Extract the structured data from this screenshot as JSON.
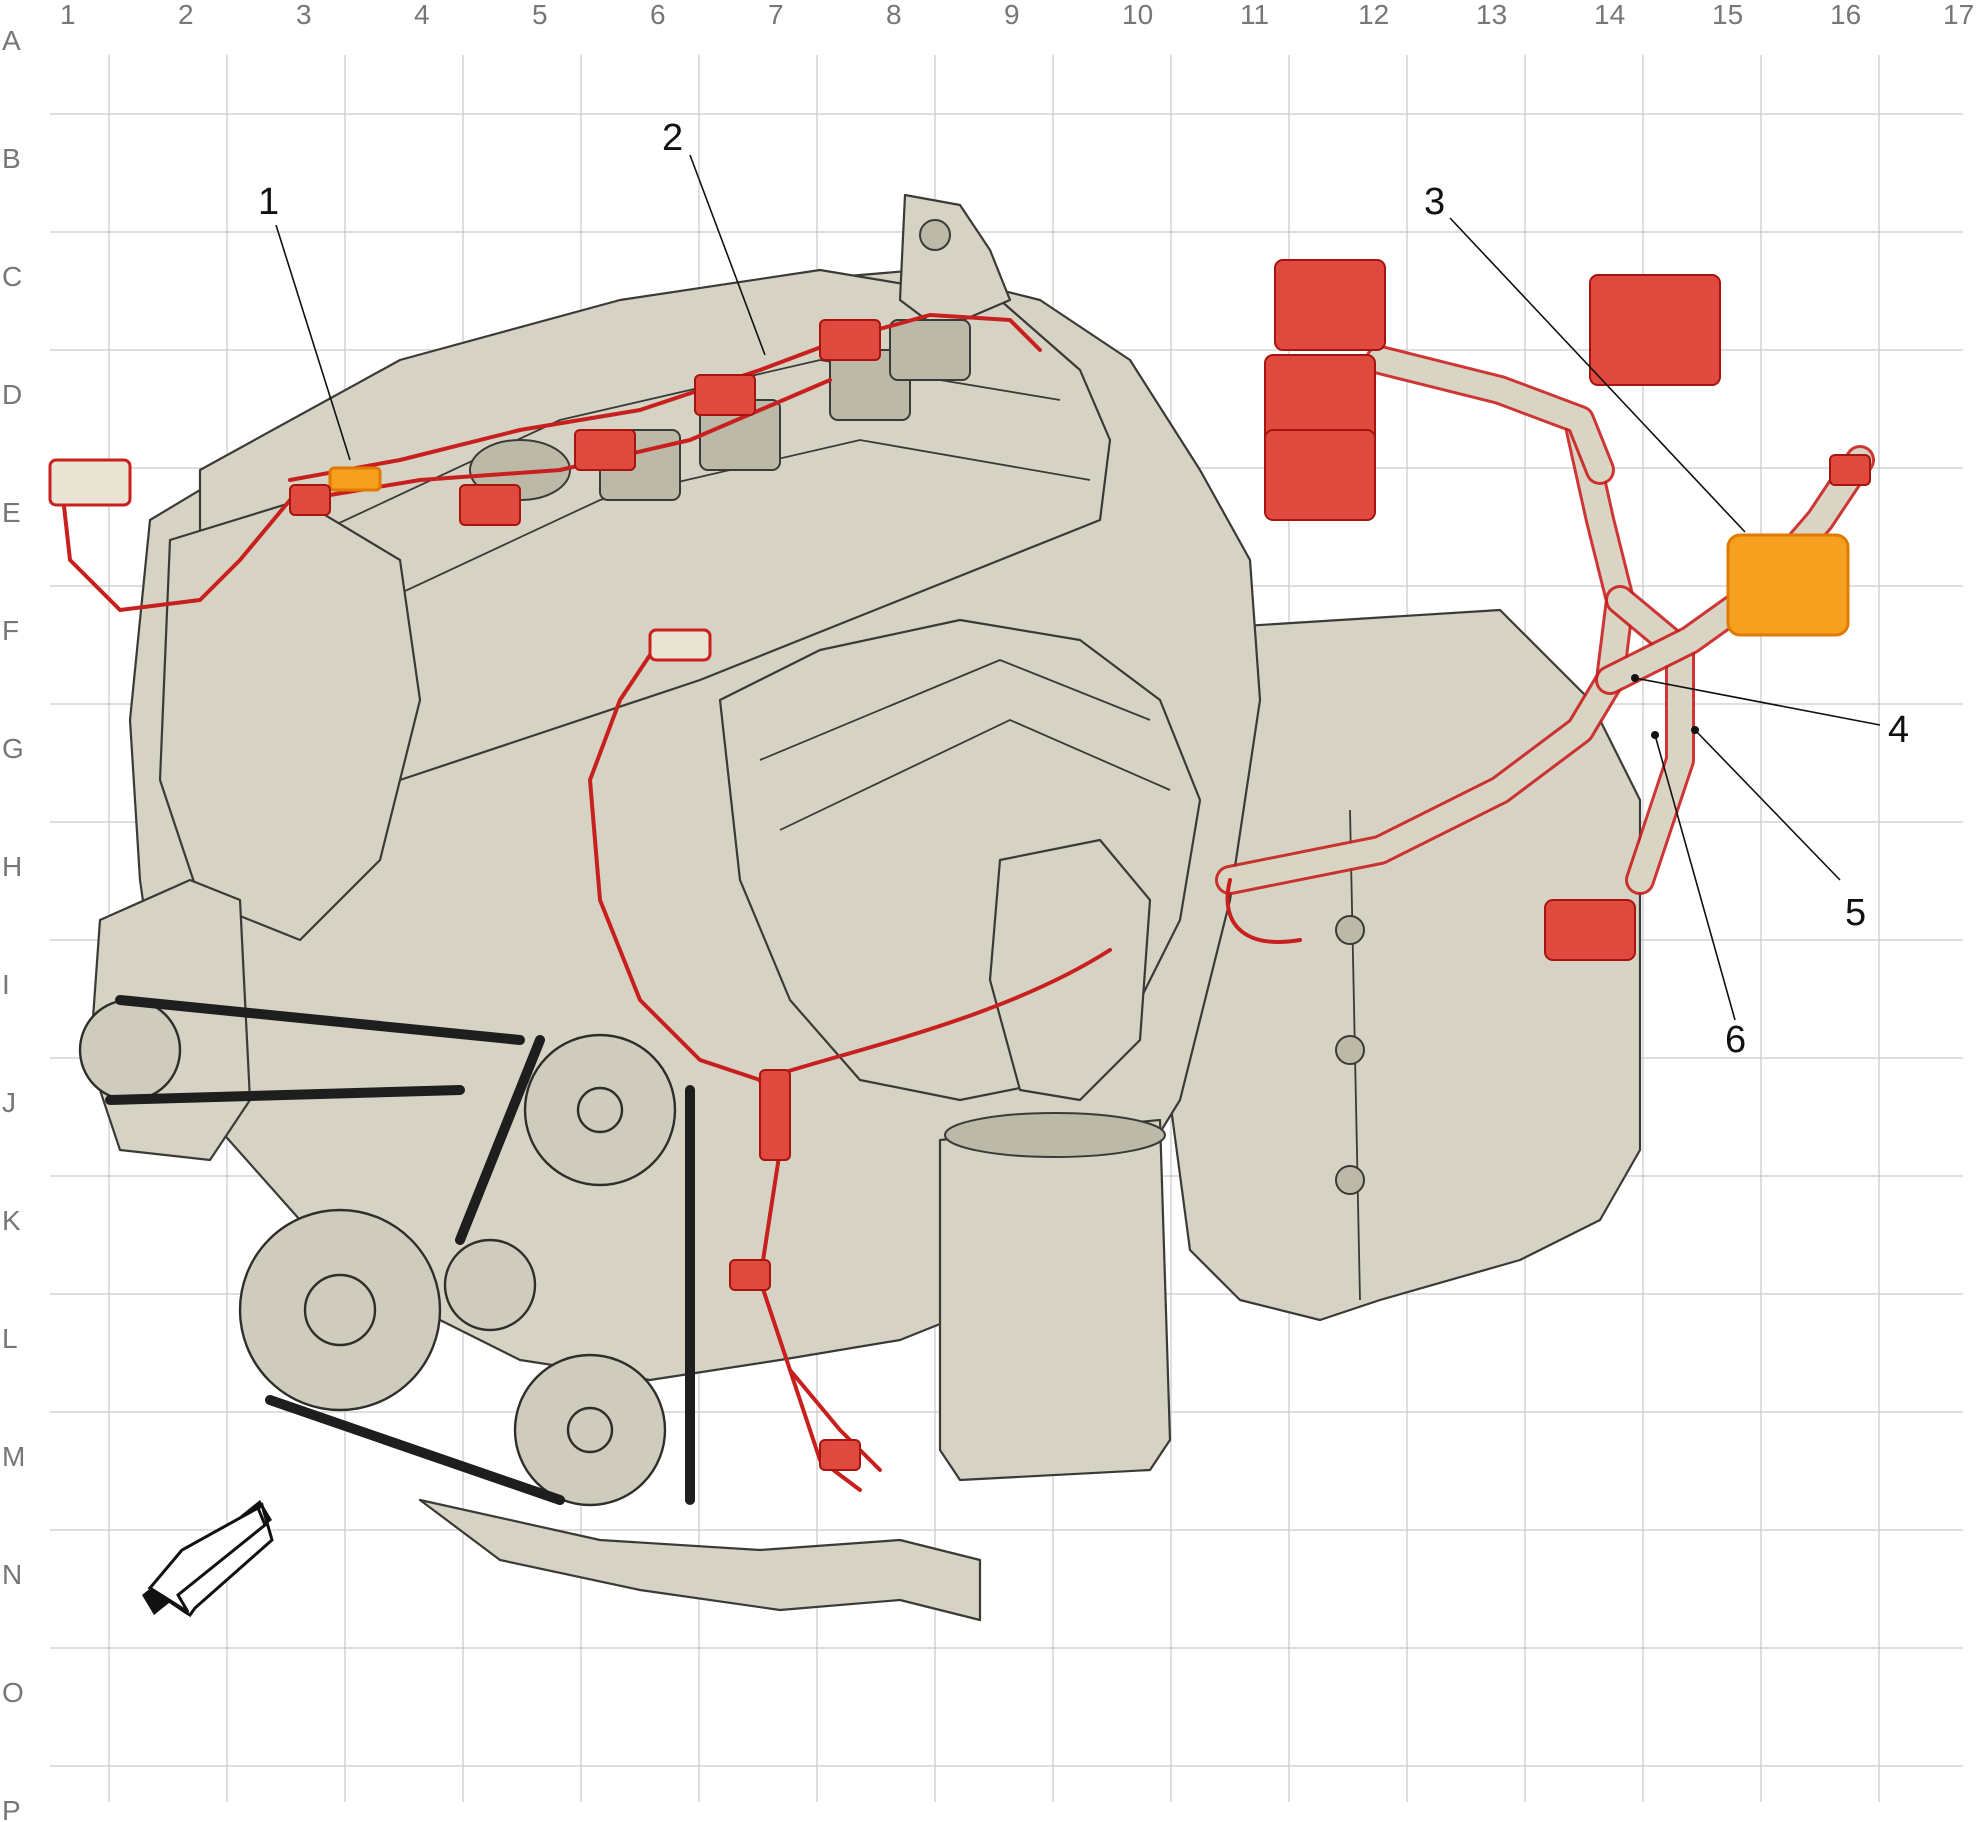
{
  "grid": {
    "columns": [
      "1",
      "2",
      "3",
      "4",
      "5",
      "6",
      "7",
      "8",
      "9",
      "10",
      "11",
      "12",
      "13",
      "14",
      "15",
      "16",
      "17"
    ],
    "rows": [
      "A",
      "B",
      "C",
      "D",
      "E",
      "F",
      "G",
      "H",
      "I",
      "J",
      "K",
      "L",
      "M",
      "N",
      "O",
      "P"
    ]
  },
  "callouts": [
    {
      "id": "1",
      "label": "1"
    },
    {
      "id": "2",
      "label": "2"
    },
    {
      "id": "3",
      "label": "3"
    },
    {
      "id": "4",
      "label": "4"
    },
    {
      "id": "5",
      "label": "5"
    },
    {
      "id": "6",
      "label": "6"
    }
  ],
  "colors": {
    "harness": "#c8201e",
    "highlight": "#f6a020",
    "engine_fill": "#d6d3c4",
    "grid": "#c9c9c9"
  },
  "icons": {
    "direction_arrow": "front-direction-arrow-icon"
  }
}
